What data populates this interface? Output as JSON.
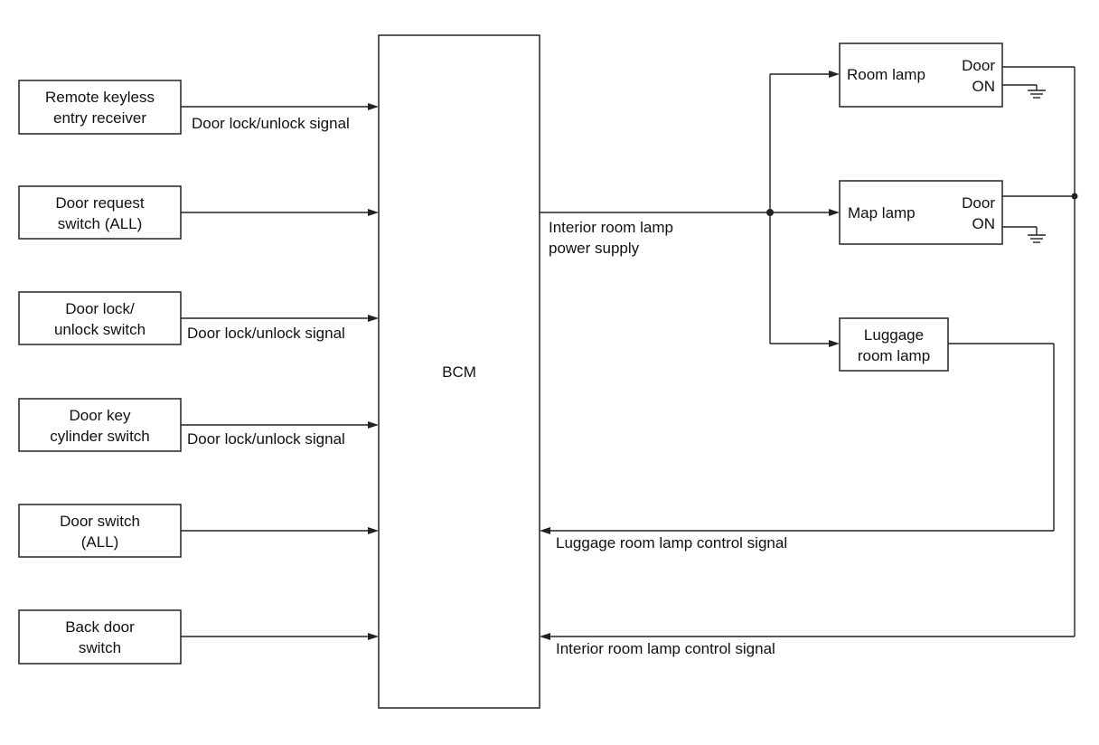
{
  "inputs": [
    {
      "line1": "Remote keyless",
      "line2": "entry receiver",
      "signal": "Door lock/unlock signal"
    },
    {
      "line1": "Door request",
      "line2": "switch (ALL)",
      "signal": ""
    },
    {
      "line1": "Door lock/",
      "line2": "unlock switch",
      "signal": "Door lock/unlock signal"
    },
    {
      "line1": "Door key",
      "line2": "cylinder switch",
      "signal": "Door lock/unlock signal"
    },
    {
      "line1": "Door switch",
      "line2": "(ALL)",
      "signal": ""
    },
    {
      "line1": "Back door",
      "line2": "switch",
      "signal": ""
    }
  ],
  "bcm": {
    "label": "BCM"
  },
  "power_supply": {
    "line1": "Interior room lamp",
    "line2": "power supply"
  },
  "lamps": {
    "room": {
      "label": "Room lamp",
      "switch_line1": "Door",
      "switch_line2": "ON"
    },
    "map": {
      "label": "Map lamp",
      "switch_line1": "Door",
      "switch_line2": "ON"
    },
    "luggage": {
      "line1": "Luggage",
      "line2": "room lamp"
    }
  },
  "feedback": {
    "luggage_signal": "Luggage room lamp control signal",
    "interior_signal": "Interior room lamp control signal"
  }
}
